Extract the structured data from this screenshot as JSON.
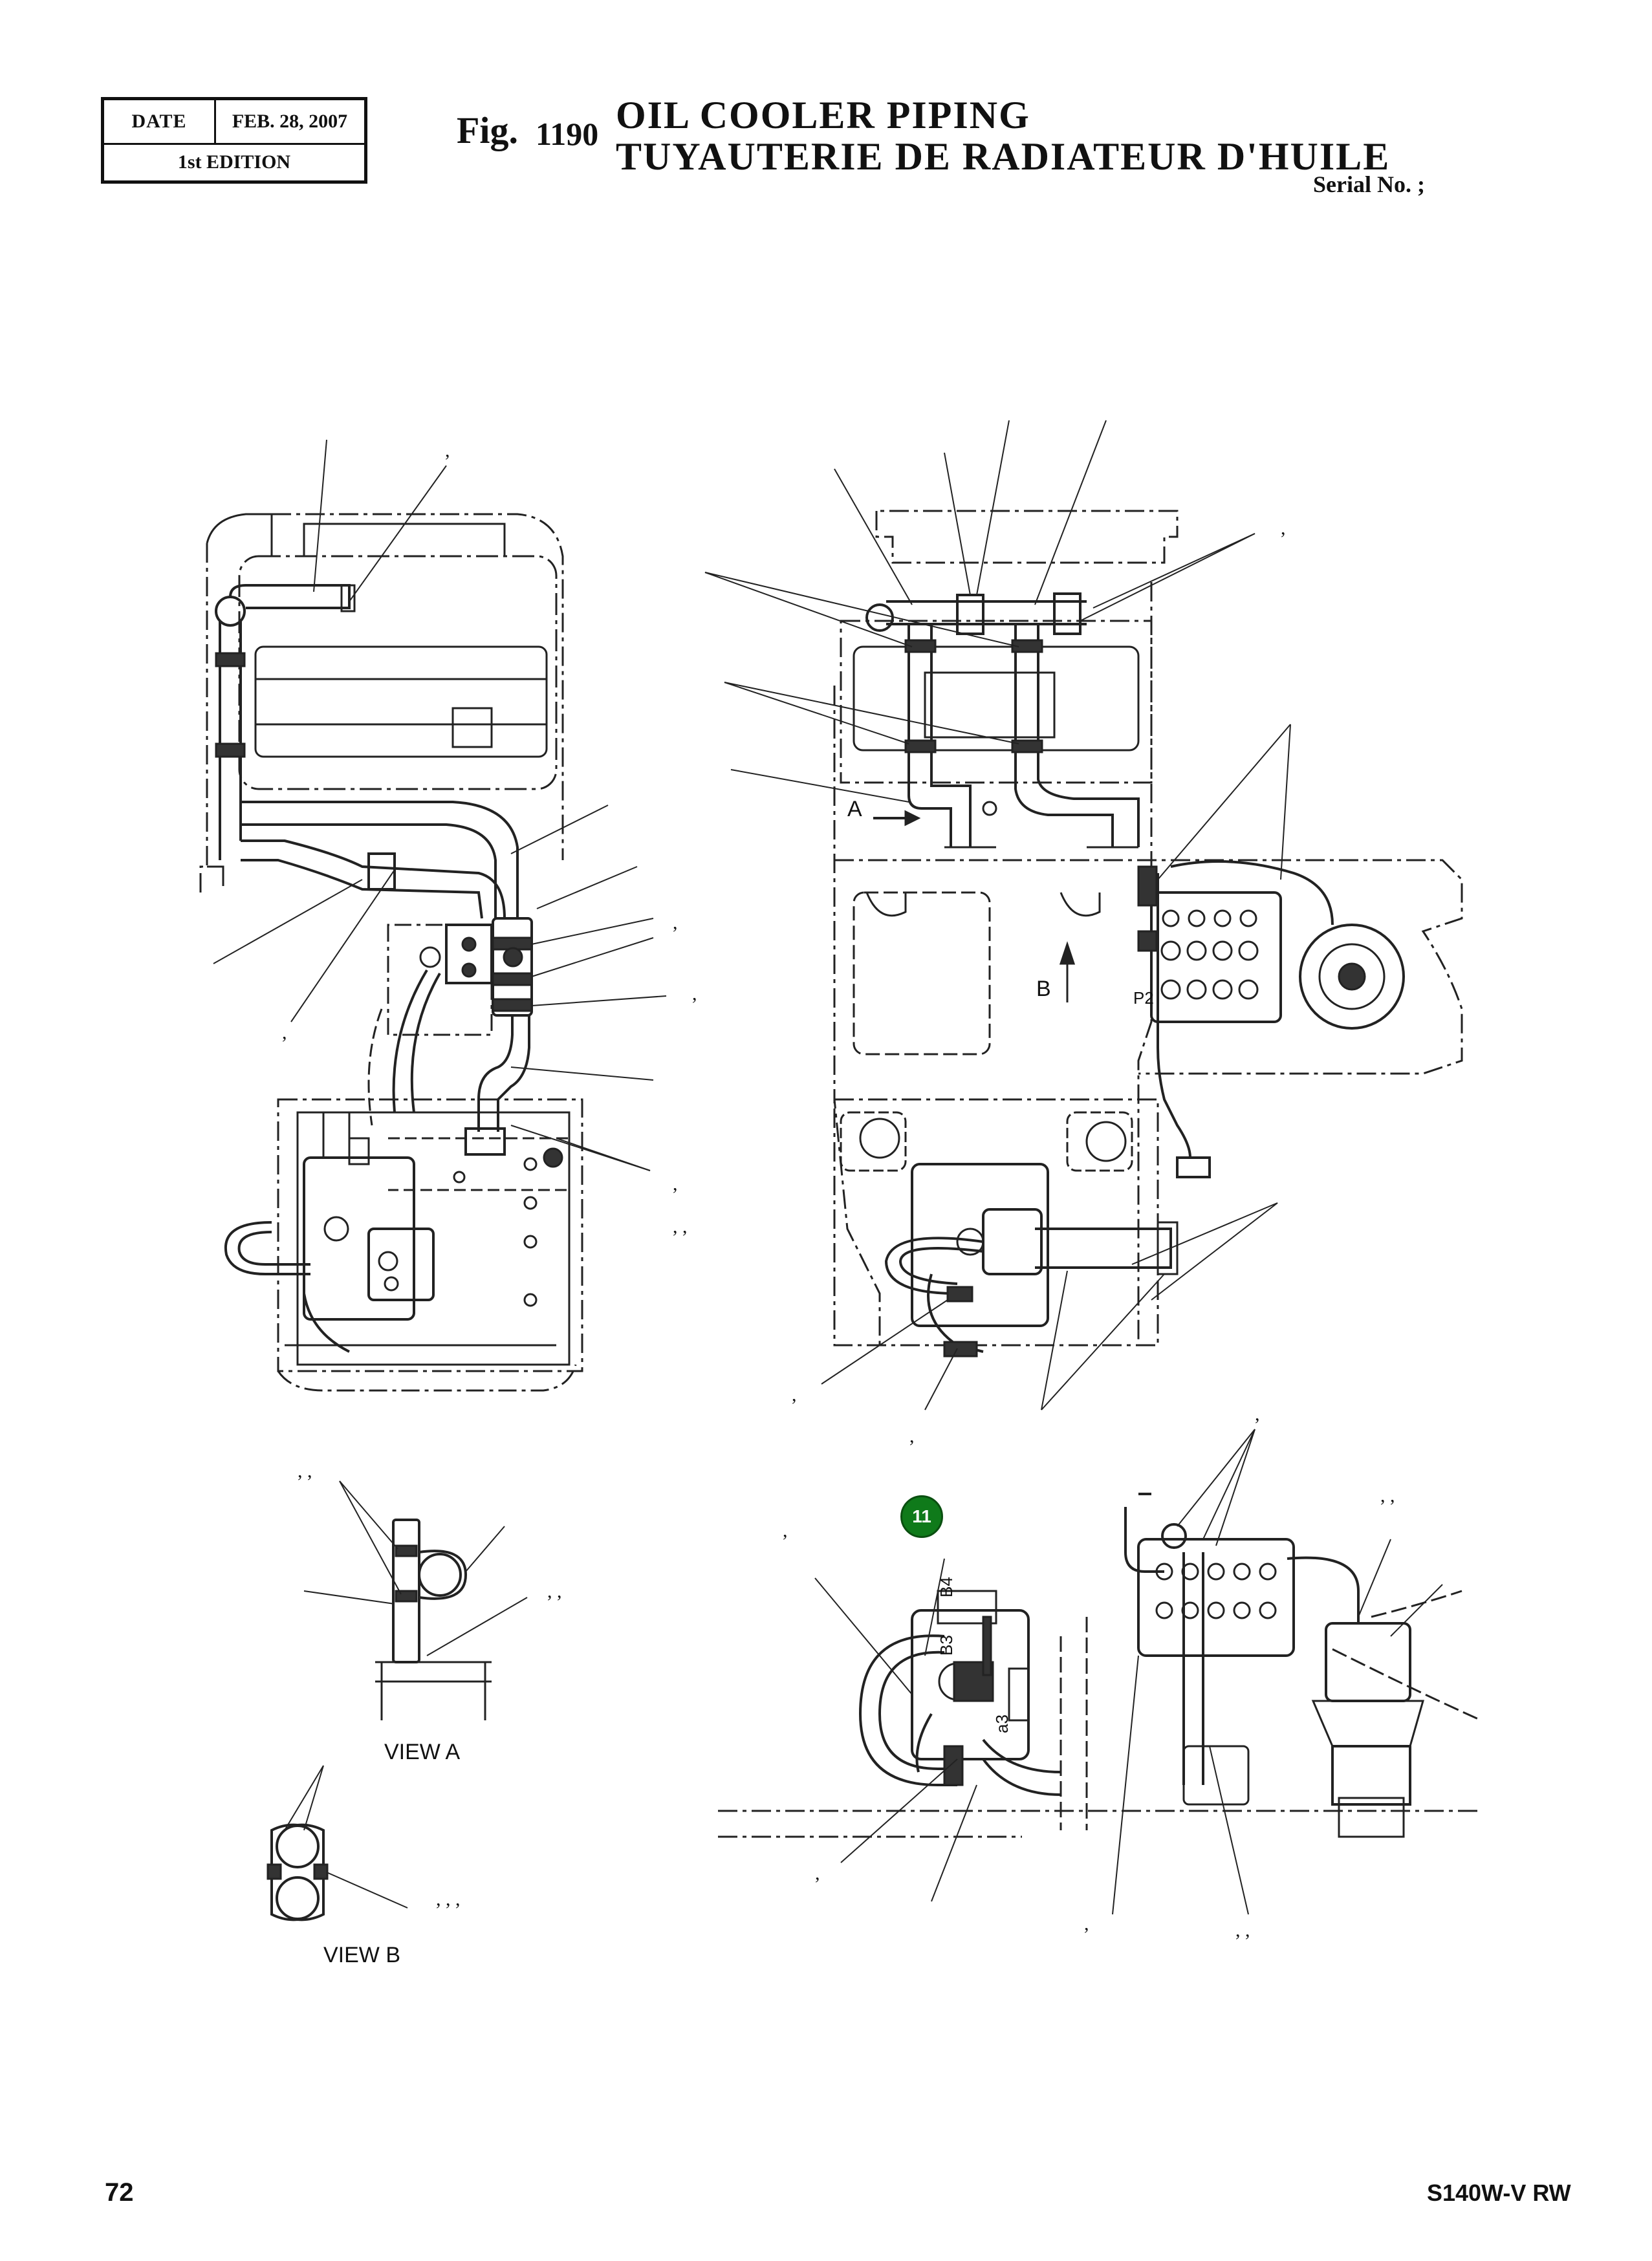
{
  "header": {
    "date_label": "DATE",
    "date_value": "FEB. 28, 2007",
    "edition": "1st EDITION",
    "fig_prefix": "Fig.",
    "fig_number": "1190",
    "title_en": "OIL  COOLER  PIPING",
    "title_fr": "TUYAUTERIE  DE  RADIATEUR  D'HUILE",
    "serial": "Serial No. ;"
  },
  "labels": {
    "view_a_arrow": "A",
    "view_b_arrow": "B",
    "port_p2": "P2",
    "port_b4": "B4",
    "port_b3": "B3",
    "port_a3": "a3",
    "view_a": "VIEW A",
    "view_b": "VIEW B"
  },
  "callout_badge": "11",
  "commas": {
    "c1": ",",
    "c2": ",",
    "c3": ",",
    "c4": ",",
    "c5": ",",
    "c6": ",",
    "c7": ",",
    "c8": ",",
    "c9": ",",
    "c10": ", ,",
    "c11": ", ,",
    "c12": ", ,",
    "c13": ",",
    "c14": ", ,",
    "c15": ", , ,",
    "c16": ",",
    "c17": ",",
    "c18": ", ,"
  },
  "footer": {
    "page": "72",
    "model": "S140W-V RW"
  }
}
